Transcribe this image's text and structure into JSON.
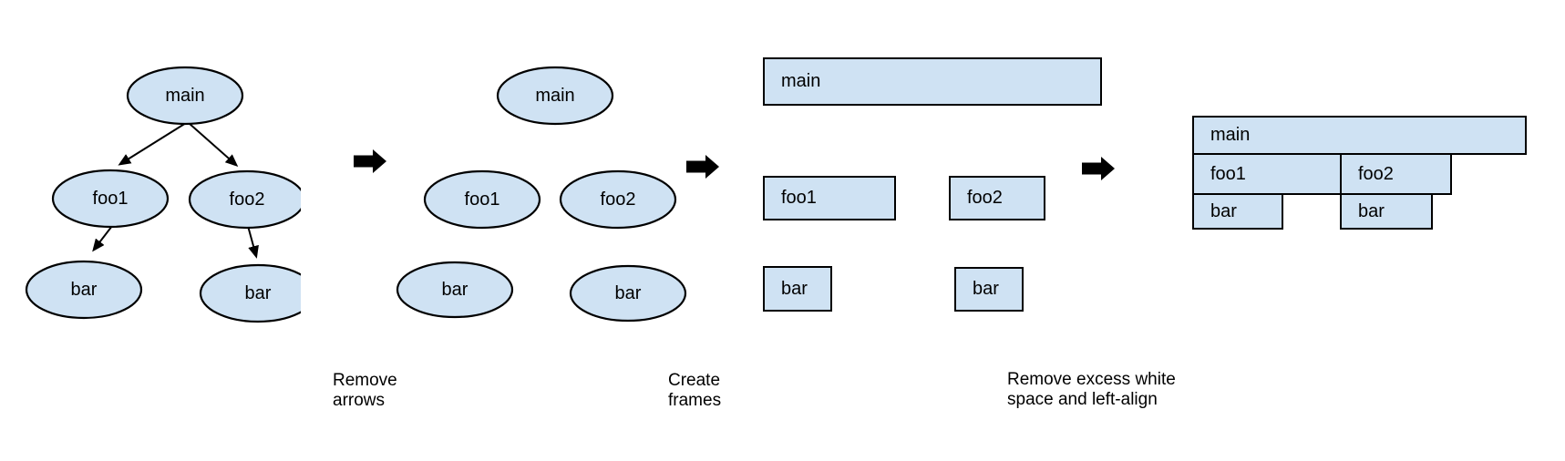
{
  "colors": {
    "node_fill": "#cfe2f3",
    "node_stroke": "#000000",
    "arrow": "#000000",
    "text": "#000000",
    "background": "#ffffff"
  },
  "stages": [
    {
      "name": "call tree with arrows",
      "nodes": [
        {
          "id": "main",
          "label": "main"
        },
        {
          "id": "foo1",
          "label": "foo1"
        },
        {
          "id": "foo2",
          "label": "foo2"
        },
        {
          "id": "bar1",
          "label": "bar"
        },
        {
          "id": "bar2",
          "label": "bar"
        }
      ],
      "edges": [
        "main->foo1",
        "main->foo2",
        "foo1->bar",
        "foo2->bar"
      ]
    },
    {
      "name": "call tree without arrows",
      "nodes": [
        {
          "id": "main",
          "label": "main"
        },
        {
          "id": "foo1",
          "label": "foo1"
        },
        {
          "id": "foo2",
          "label": "foo2"
        },
        {
          "id": "bar1",
          "label": "bar"
        },
        {
          "id": "bar2",
          "label": "bar"
        }
      ]
    },
    {
      "name": "frames",
      "nodes": [
        {
          "id": "main",
          "label": "main"
        },
        {
          "id": "foo1",
          "label": "foo1"
        },
        {
          "id": "foo2",
          "label": "foo2"
        },
        {
          "id": "bar1",
          "label": "bar"
        },
        {
          "id": "bar2",
          "label": "bar"
        }
      ]
    },
    {
      "name": "flame graph",
      "nodes": [
        {
          "id": "main",
          "label": "main"
        },
        {
          "id": "foo1",
          "label": "foo1"
        },
        {
          "id": "foo2",
          "label": "foo2"
        },
        {
          "id": "bar1",
          "label": "bar"
        },
        {
          "id": "bar2",
          "label": "bar"
        }
      ]
    }
  ],
  "captions": [
    {
      "text": "Remove\narrows"
    },
    {
      "text": "Create\nframes"
    },
    {
      "text": "Remove excess white\nspace and left-align"
    }
  ]
}
